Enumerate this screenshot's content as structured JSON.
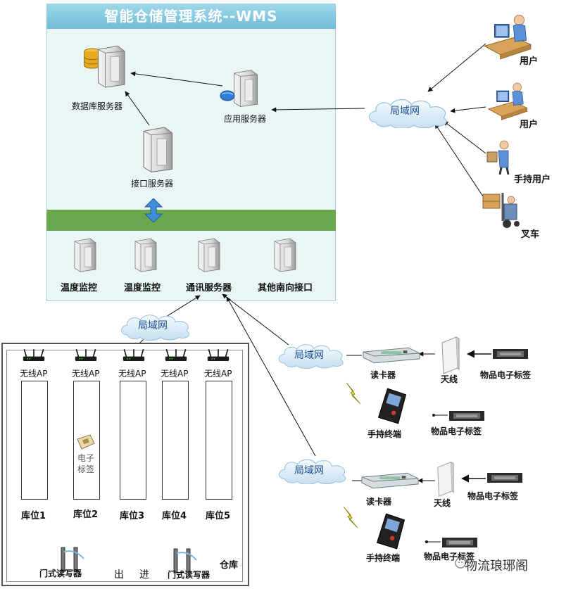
{
  "wms": {
    "title": "智能仓储管理系统--WMS",
    "db_server": "数据库服务器",
    "app_server": "应用服务器",
    "interface_server": "接口服务器",
    "temp_monitor_1": "温度监控",
    "temp_monitor_2": "温度监控",
    "comm_server": "通讯服务器",
    "other_interface": "其他南向接口"
  },
  "lan": {
    "main": "局域网",
    "warehouse": "局域网",
    "reader_1": "局域网",
    "reader_2": "局域网"
  },
  "users": {
    "user_1": "用户",
    "user_2": "用户",
    "handheld_user": "手持用户",
    "forklift": "叉车"
  },
  "warehouse": {
    "ap_labels": [
      "无线AP",
      "无线AP",
      "无线AP",
      "无线AP",
      "无线AP"
    ],
    "slot_labels": [
      "库位1",
      "库位2",
      "库位3",
      "库位4",
      "库位5"
    ],
    "tag_line1": "电子",
    "tag_line2": "标签",
    "gate_reader_left": "门式读写器",
    "gate_reader_right": "门式读写器",
    "exit": "出",
    "enter": "进",
    "warehouse_label": "仓库"
  },
  "reader_group_1": {
    "reader": "读卡器",
    "antenna": "天线",
    "tag_a": "物品电子标签",
    "handheld": "手持终端",
    "tag_b": "物品电子标签"
  },
  "reader_group_2": {
    "reader": "读卡器",
    "antenna": "天线",
    "tag_a": "物品电子标签",
    "handheld": "手持终端",
    "tag_b": "物品电子标签"
  },
  "watermark": "物流琅琊阁",
  "icons": {
    "server": "server-icon",
    "database": "database-icon",
    "cloud": "cloud-icon",
    "router": "wireless-ap-icon",
    "reader": "card-reader-icon",
    "antenna": "antenna-icon",
    "tag": "rfid-tag-icon",
    "handheld": "handheld-terminal-icon",
    "user": "user-icon",
    "forklift": "forklift-icon",
    "gate": "gate-reader-icon"
  }
}
